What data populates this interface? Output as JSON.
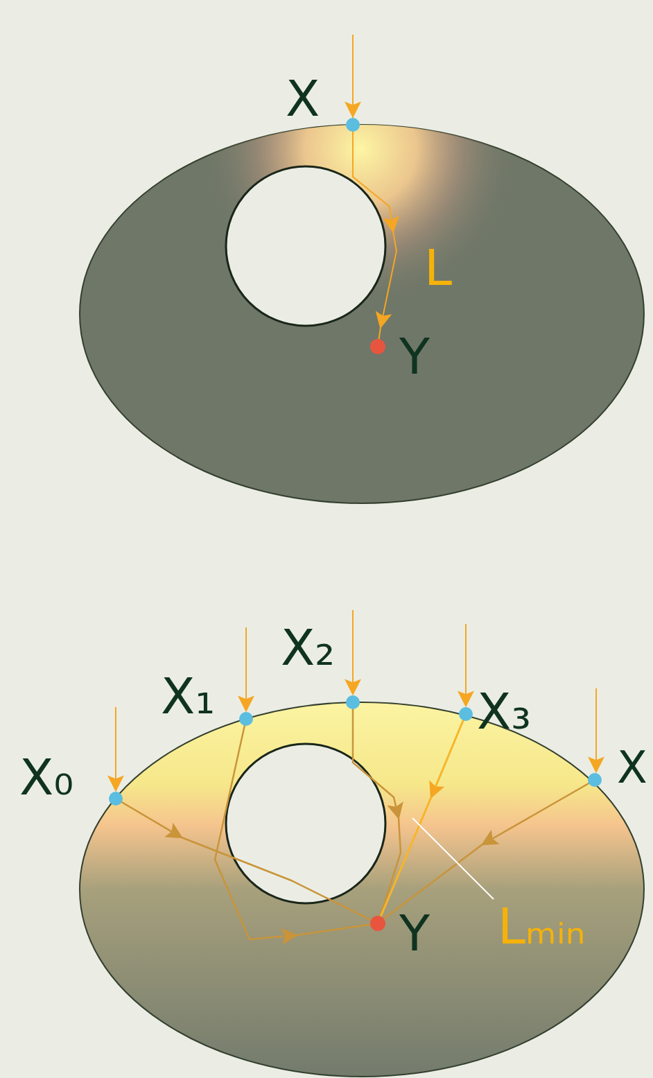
{
  "diagram": {
    "labels": [
      "X",
      "L",
      "Y",
      "X₀",
      "X₁",
      "X₂",
      "X₃",
      "X",
      "Y",
      "Lₘᵢₙ"
    ]
  }
}
